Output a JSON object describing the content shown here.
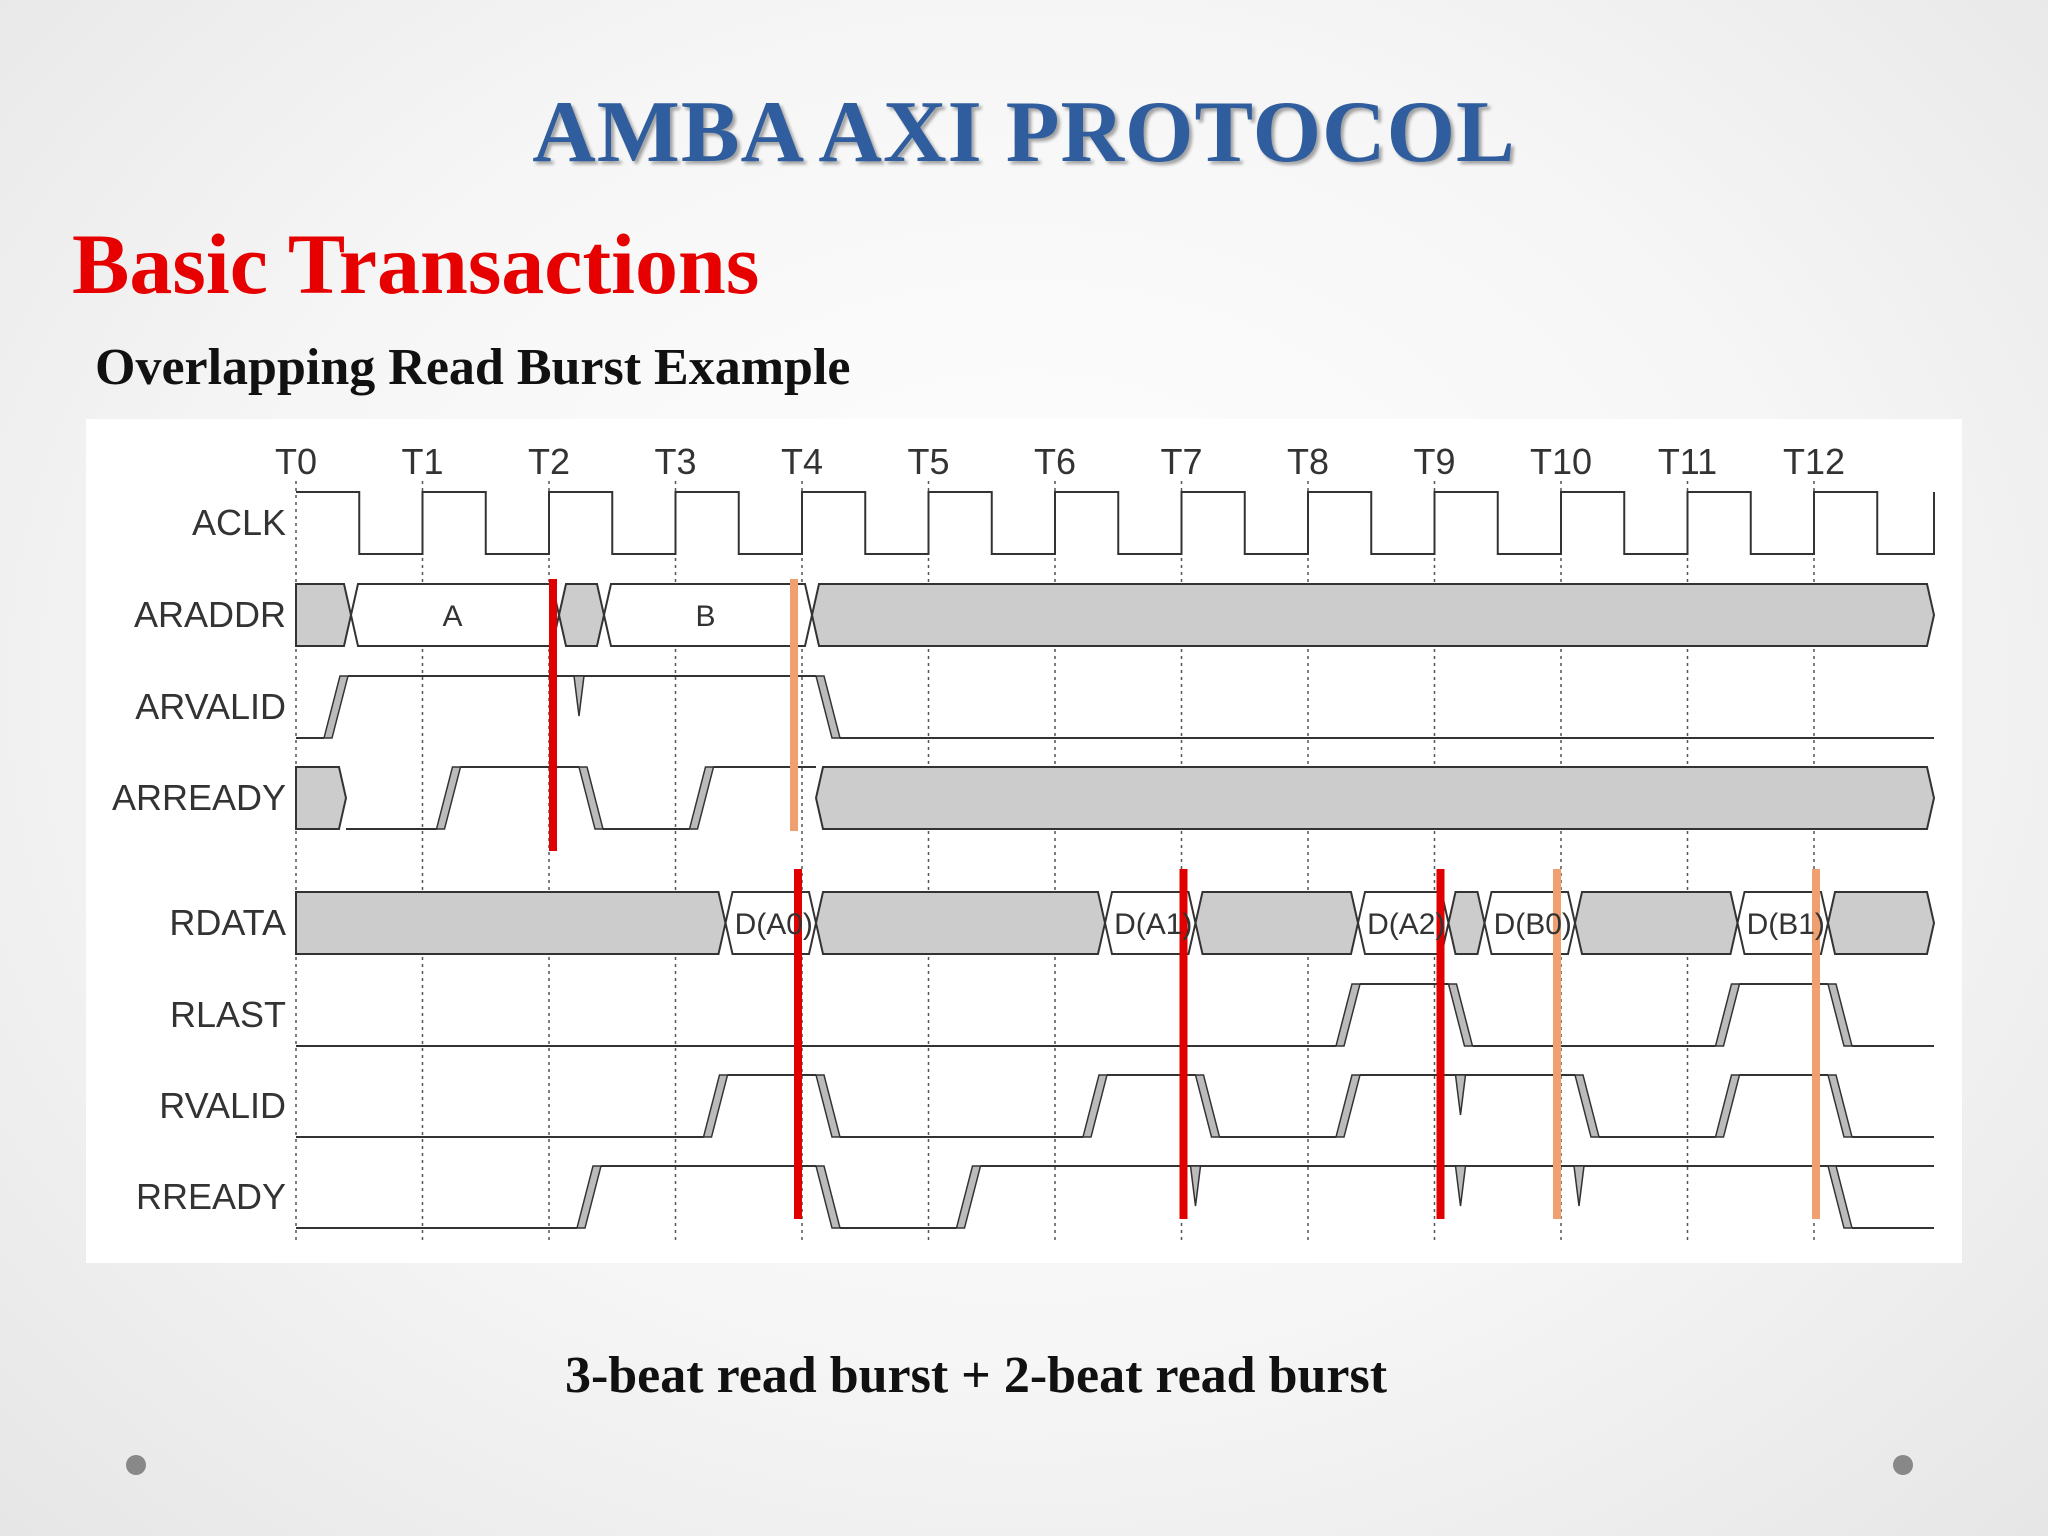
{
  "slide": {
    "title": "AMBA AXI PROTOCOL",
    "subtitle": "Basic Transactions",
    "example_title": "Overlapping Read Burst Example",
    "caption": "3-beat read burst + 2-beat read burst"
  },
  "timing": {
    "ticks": [
      "T0",
      "T1",
      "T2",
      "T3",
      "T4",
      "T5",
      "T6",
      "T7",
      "T8",
      "T9",
      "T10",
      "T11",
      "T12"
    ],
    "signals": [
      "ACLK",
      "ARADDR",
      "ARVALID",
      "ARREADY",
      "RDATA",
      "RLAST",
      "RVALID",
      "RREADY"
    ],
    "araddr_labels": [
      "A",
      "B"
    ],
    "rdata_labels": [
      "D(A0)",
      "D(A1)",
      "D(A2)",
      "D(B0)",
      "D(B1)"
    ]
  },
  "colors": {
    "title": "#2f5d9e",
    "subtitle": "#e60000",
    "bus_fill": "#cccccc",
    "handshake_red": "#e00000",
    "handshake_orange": "#f0a070"
  }
}
